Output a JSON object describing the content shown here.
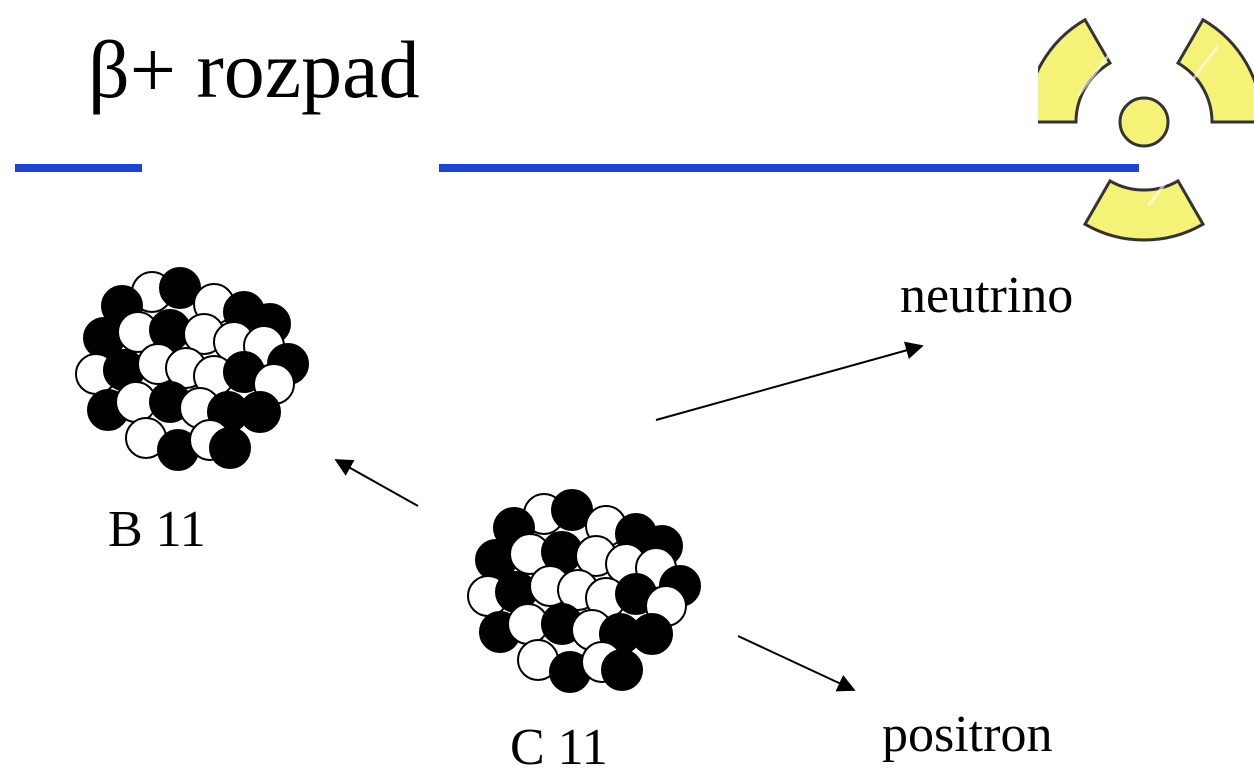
{
  "title": "β+ rozpad",
  "labels": {
    "product_nucleus": "B 11",
    "parent_nucleus": "C 11",
    "neutrino": "neutrino",
    "positron": "positron"
  },
  "colors": {
    "rule": "#1c45d6",
    "hazard_fill": "#f4f277",
    "hazard_stroke": "#333333",
    "proton": "#000000",
    "neutron": "#ffffff"
  },
  "icons": {
    "hazard": "radiation-hazard-icon"
  }
}
